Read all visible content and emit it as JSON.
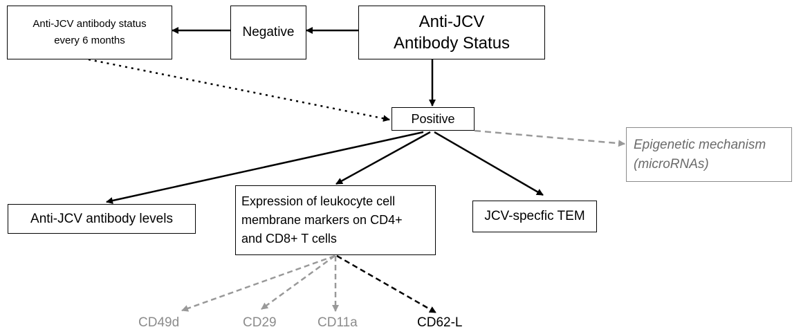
{
  "nodes": {
    "status": {
      "label": "Anti-JCV\nAntibody Status"
    },
    "negative": {
      "label": "Negative"
    },
    "every6": {
      "label": "Anti-JCV antibody status\nevery 6 months"
    },
    "positive": {
      "label": "Positive"
    },
    "epigenetic": {
      "label": "Epigenetic mechanism\n(microRNAs)"
    },
    "levels": {
      "label": "Anti-JCV antibody levels"
    },
    "expression": {
      "label": "Expression of leukocyte cell\nmembrane markers on CD4+\nand CD8+ T cells"
    },
    "tem": {
      "label": "JCV-specfic TEM"
    }
  },
  "markers": [
    {
      "label": "CD49d",
      "color": "#999999"
    },
    {
      "label": "CD29",
      "color": "#999999"
    },
    {
      "label": "CD11a",
      "color": "#999999"
    },
    {
      "label": "CD62-L",
      "color": "#000000"
    }
  ],
  "colors": {
    "solid": "#000000",
    "muted": "#999999",
    "muted_text": "#7a7a7a"
  }
}
